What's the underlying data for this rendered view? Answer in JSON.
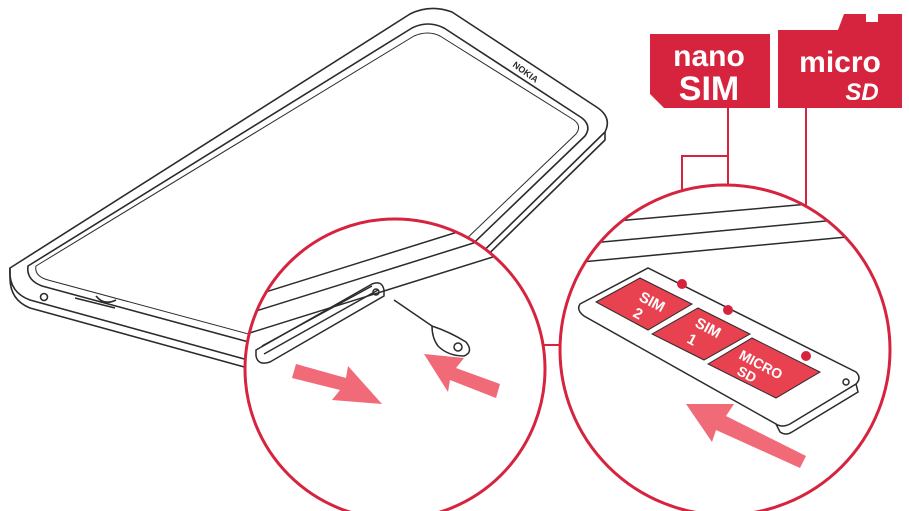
{
  "colors": {
    "accent": "#d6243f",
    "accent_light": "#f06a78",
    "card": "#e8414f",
    "outline": "#2b2b2b",
    "background": "#ffffff"
  },
  "phone": {
    "brand": "NOKIA"
  },
  "badges": {
    "nano_sim_line1": "nano",
    "nano_sim_line2": "SIM",
    "micro_sd_line1": "micro",
    "micro_sd_line2": "SD"
  },
  "tray": {
    "slot_sim2_line1": "SIM",
    "slot_sim2_line2": "2",
    "slot_sim1_line1": "SIM",
    "slot_sim1_line2": "1",
    "slot_sd_line1": "MICRO",
    "slot_sd_line2": "SD"
  },
  "icons": {
    "pull_arrow": "arrow-right-down-icon",
    "push_arrow": "arrow-left-up-icon",
    "eject_tool": "sim-eject-pin-icon"
  }
}
